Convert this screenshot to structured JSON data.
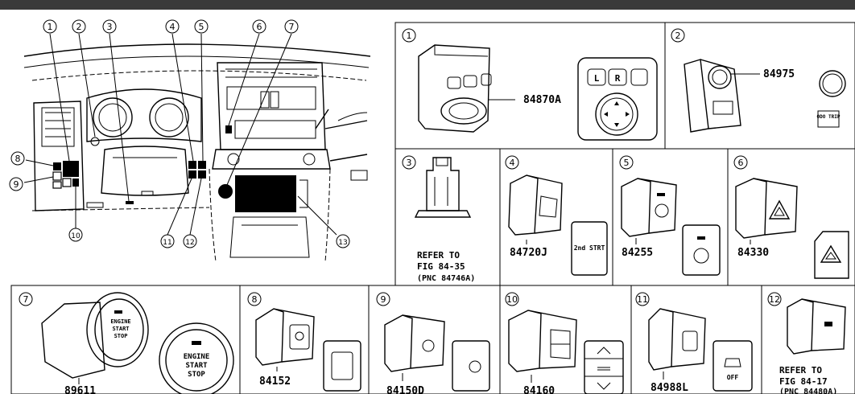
{
  "overview": {
    "callouts": [
      "1",
      "2",
      "3",
      "4",
      "5",
      "6",
      "7",
      "8",
      "9",
      "10",
      "11",
      "12",
      "13"
    ]
  },
  "panels": {
    "p1": {
      "num": "1",
      "part": "84870A",
      "labels": [
        "L",
        "R"
      ]
    },
    "p2": {
      "num": "2",
      "part": "84975",
      "label": "ODO TRIP"
    },
    "p3": {
      "num": "3",
      "refer_line1": "REFER TO",
      "refer_line2": "FIG 84-35",
      "refer_line3": "(PNC 84746A)"
    },
    "p4": {
      "num": "4",
      "part": "84720J",
      "label": "2nd STRT"
    },
    "p5": {
      "num": "5",
      "part": "84255"
    },
    "p6": {
      "num": "6",
      "part": "84330"
    },
    "p7": {
      "num": "7",
      "part": "89611",
      "label_line1": "ENGINE",
      "label_line2": "START",
      "label_line3": "STOP"
    },
    "p8": {
      "num": "8",
      "part": "84152"
    },
    "p9": {
      "num": "9",
      "part": "84150D"
    },
    "p10": {
      "num": "10",
      "part": "84160"
    },
    "p11": {
      "num": "11",
      "part": "84988L",
      "label": "OFF"
    },
    "p12": {
      "num": "12",
      "refer_line1": "REFER TO",
      "refer_line2": "FIG 84-17",
      "refer_line3": "(PNC 84480A)"
    }
  }
}
